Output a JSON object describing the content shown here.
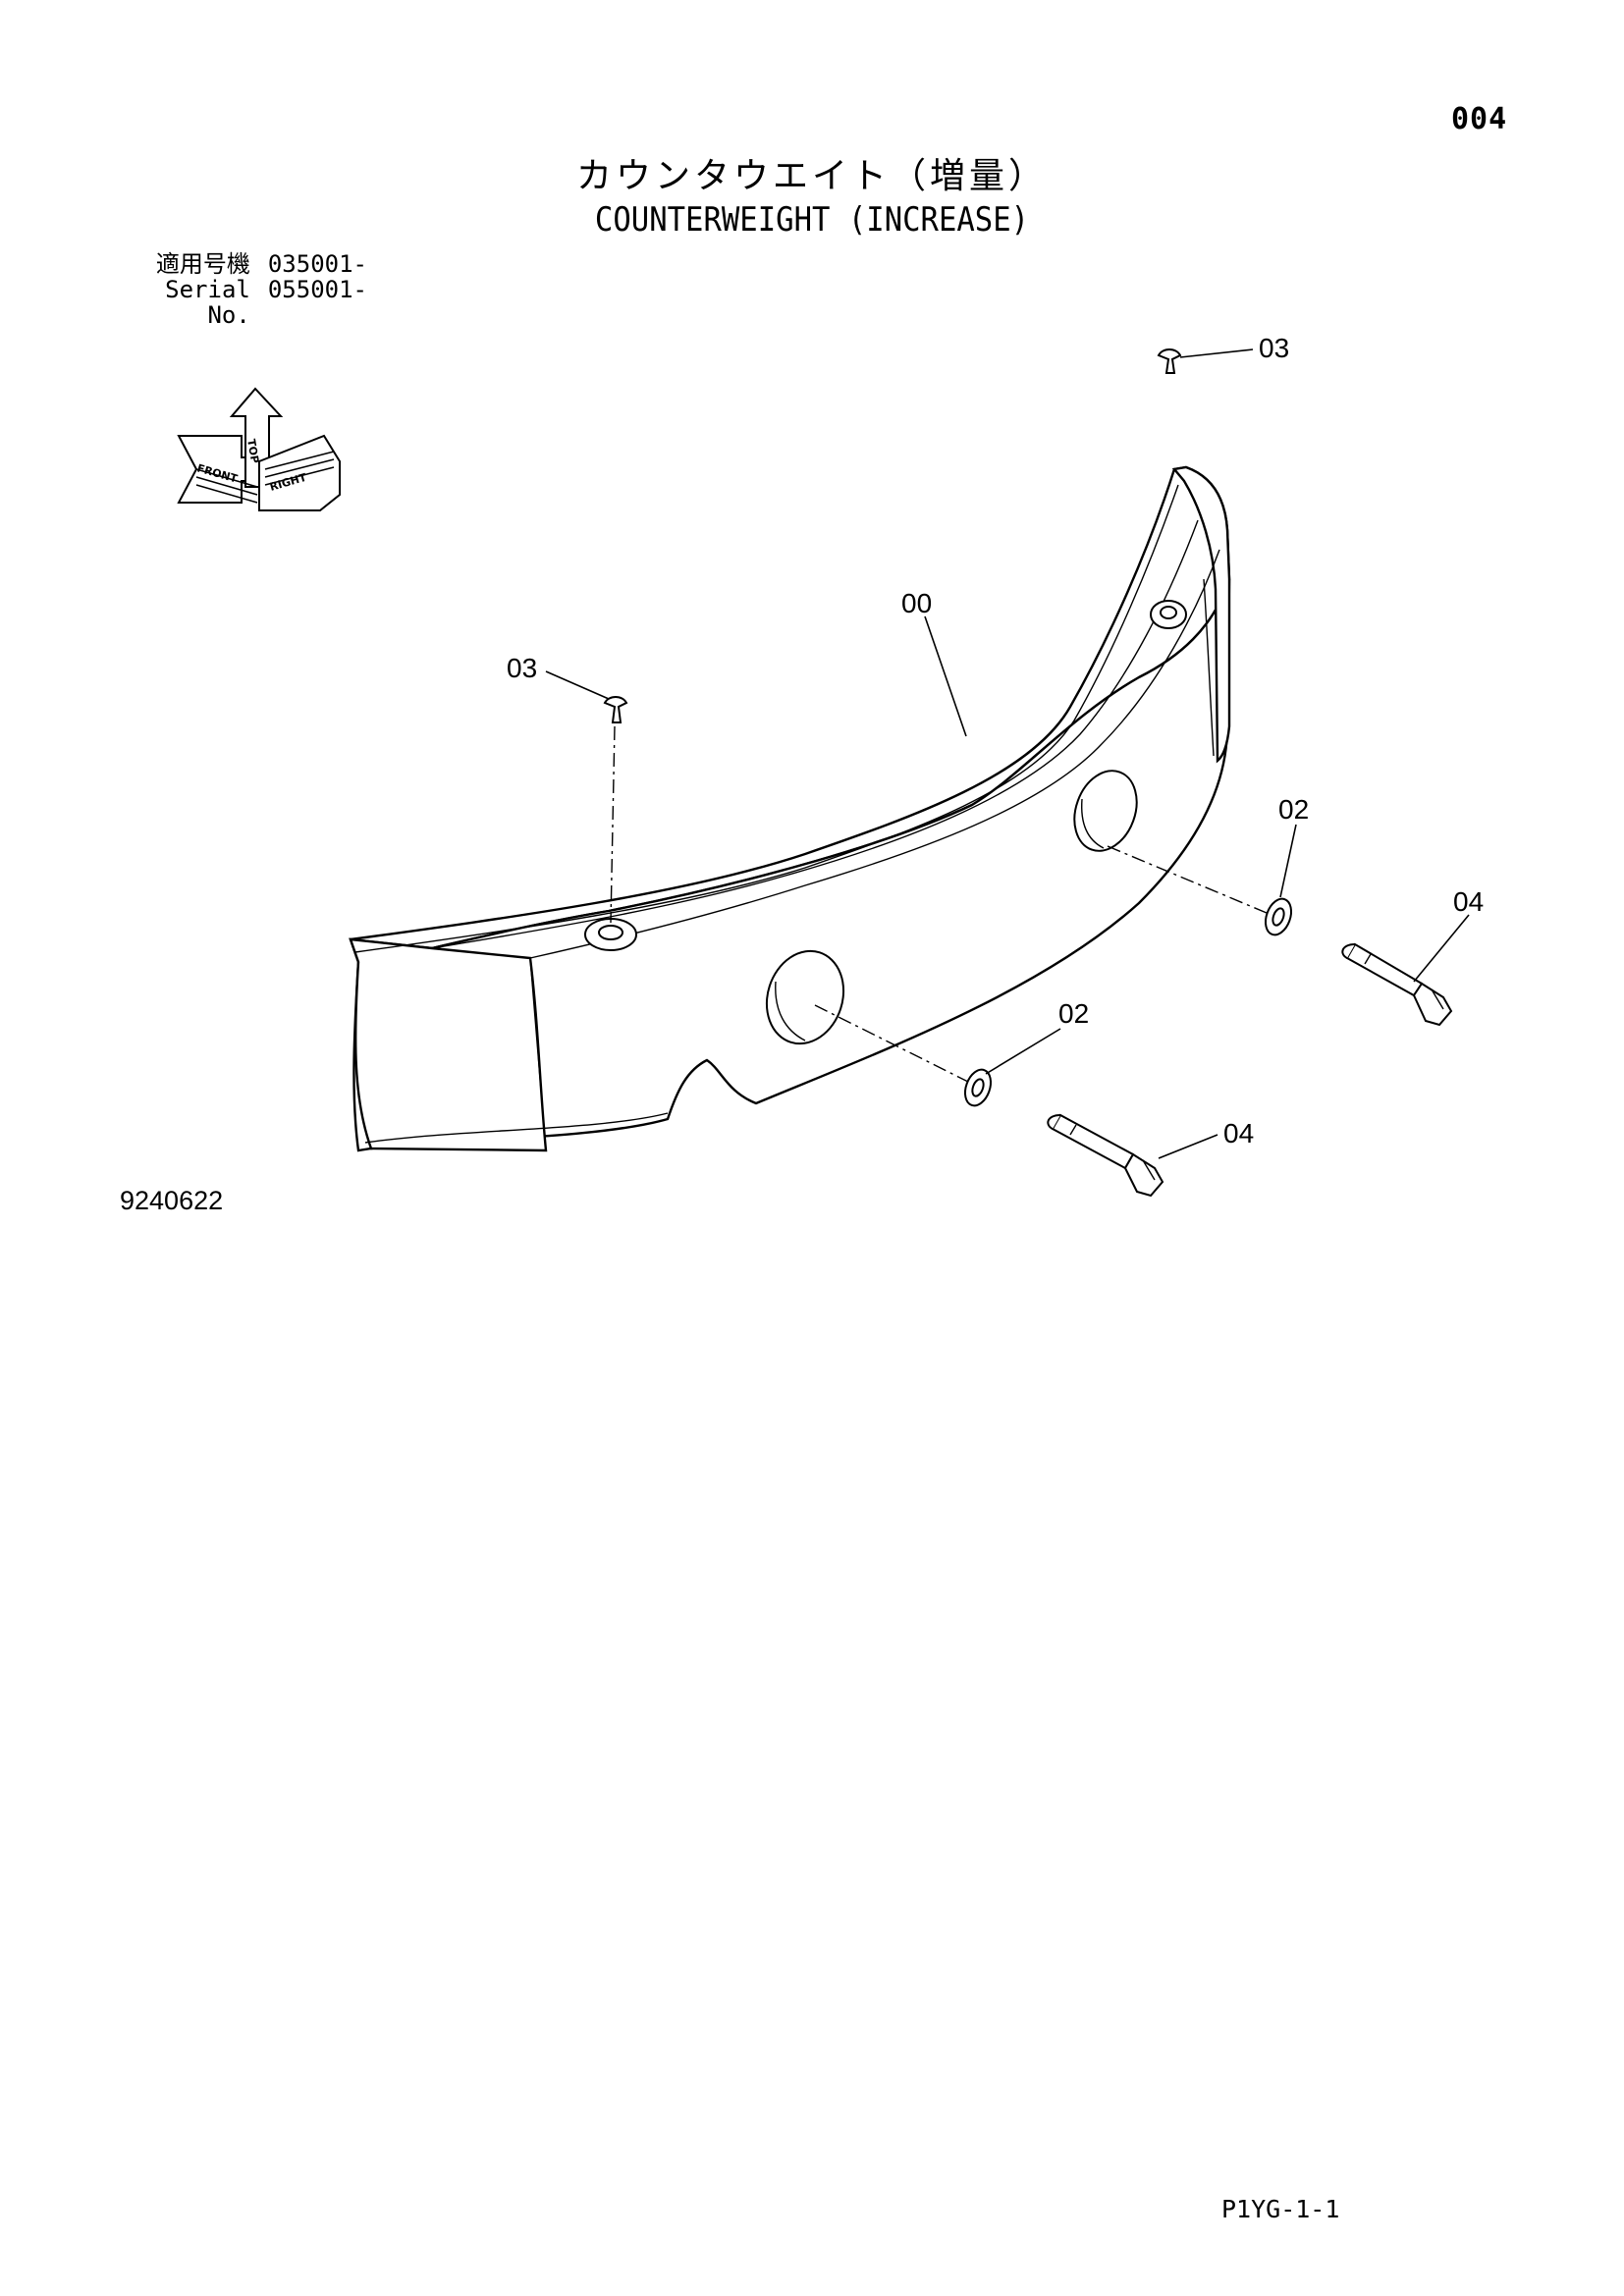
{
  "header": {
    "page_number": "004",
    "title_jp": "カウンタウエイト（増量）",
    "title_en": "COUNTERWEIGHT (INCREASE)"
  },
  "applicability": {
    "rows": [
      {
        "label": "適用号機",
        "value": "035001-"
      },
      {
        "label": "Serial No.",
        "value": "055001-"
      }
    ]
  },
  "orientation_icon": {
    "labels": [
      "FRONT",
      "TOP",
      "RIGHT"
    ]
  },
  "callouts": {
    "part_00": "00",
    "part_02_upper": "02",
    "part_02_lower": "02",
    "part_03_upper": "03",
    "part_03_left": "03",
    "part_04_upper": "04",
    "part_04_lower": "04"
  },
  "footer": {
    "drawing_number": "9240622",
    "sheet_reference": "P1YG-1-1"
  }
}
